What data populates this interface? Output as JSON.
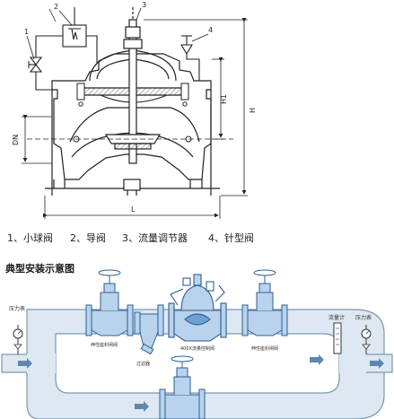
{
  "drawing": {
    "callouts": [
      "1",
      "2",
      "3",
      "4"
    ],
    "dims": {
      "h1": "H1",
      "h": "H",
      "dn": "DN",
      "l": "L"
    }
  },
  "legend": {
    "items": [
      "1、小球阀",
      "2、导阀",
      "3、流量调节器",
      "4、针型阀"
    ]
  },
  "install": {
    "title": "典型安装示意图",
    "labels": {
      "pressure_gauge_left": "压力表",
      "pressure_gauge_right": "压力表",
      "flowmeter": "流量计",
      "gate_valve_left": "伸性座封闸阀",
      "gate_valve_right": "伸性座封闸阀",
      "strainer": "过滤器",
      "flow_control_valve": "400X流量控制阀"
    }
  },
  "colors": {
    "line": "#222222",
    "pipe_fill": "#dde8f2",
    "pipe_stroke": "#7c97b0",
    "valve_fill": "#b9d3ec",
    "valve_stroke": "#2c5f95",
    "arrow": "#5f86b0"
  }
}
